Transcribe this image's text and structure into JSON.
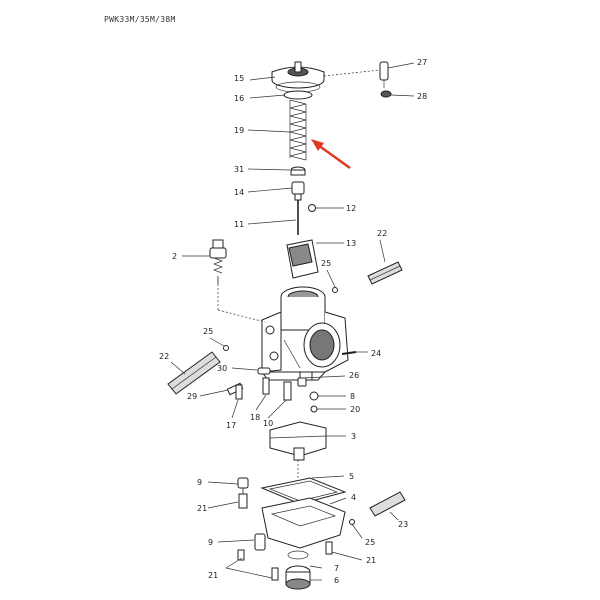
{
  "title": "PWK33M/35M/38M",
  "colors": {
    "arrow": "#e03a25",
    "ink": "#222222"
  },
  "callouts": [
    {
      "id": "c15",
      "label": "15"
    },
    {
      "id": "c16",
      "label": "16"
    },
    {
      "id": "c19",
      "label": "19"
    },
    {
      "id": "c31",
      "label": "31"
    },
    {
      "id": "c14",
      "label": "14"
    },
    {
      "id": "c11",
      "label": "11"
    },
    {
      "id": "c12",
      "label": "12"
    },
    {
      "id": "c13",
      "label": "13"
    },
    {
      "id": "c27",
      "label": "27"
    },
    {
      "id": "c28",
      "label": "28"
    },
    {
      "id": "c2",
      "label": "2"
    },
    {
      "id": "c22a",
      "label": "22"
    },
    {
      "id": "c25a",
      "label": "25"
    },
    {
      "id": "c25b",
      "label": "25"
    },
    {
      "id": "c22b",
      "label": "22"
    },
    {
      "id": "c24",
      "label": "24"
    },
    {
      "id": "c30",
      "label": "30"
    },
    {
      "id": "c26",
      "label": "26"
    },
    {
      "id": "c29",
      "label": "29"
    },
    {
      "id": "c8",
      "label": "8"
    },
    {
      "id": "c20",
      "label": "20"
    },
    {
      "id": "c17",
      "label": "17"
    },
    {
      "id": "c18",
      "label": "18"
    },
    {
      "id": "c10",
      "label": "10"
    },
    {
      "id": "c3",
      "label": "3"
    },
    {
      "id": "c9a",
      "label": "9"
    },
    {
      "id": "c5",
      "label": "5"
    },
    {
      "id": "c21a",
      "label": "21"
    },
    {
      "id": "c4",
      "label": "4"
    },
    {
      "id": "c25c",
      "label": "25"
    },
    {
      "id": "c23",
      "label": "23"
    },
    {
      "id": "c9b",
      "label": "9"
    },
    {
      "id": "c21b",
      "label": "21"
    },
    {
      "id": "c7",
      "label": "7"
    },
    {
      "id": "c21c",
      "label": "21"
    },
    {
      "id": "c6",
      "label": "6"
    }
  ]
}
